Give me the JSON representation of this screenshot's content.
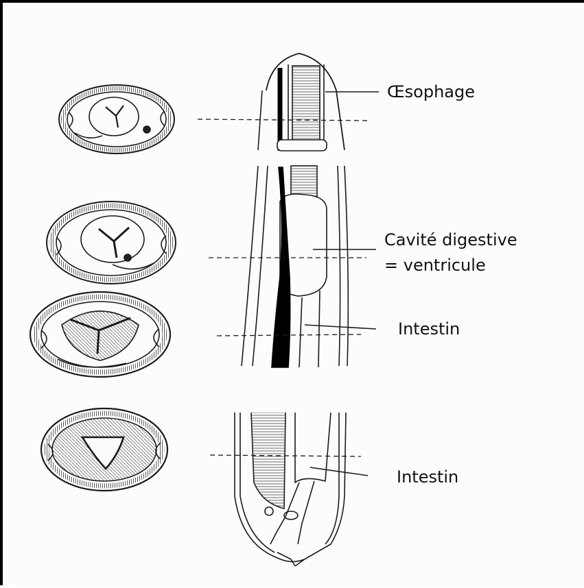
{
  "labels": {
    "oesophage": "Œsophage",
    "cavite_line1": "Cavité digestive",
    "cavite_line2": "= ventricule",
    "intestin_1": "Intestin",
    "intestin_2": "Intestin"
  }
}
